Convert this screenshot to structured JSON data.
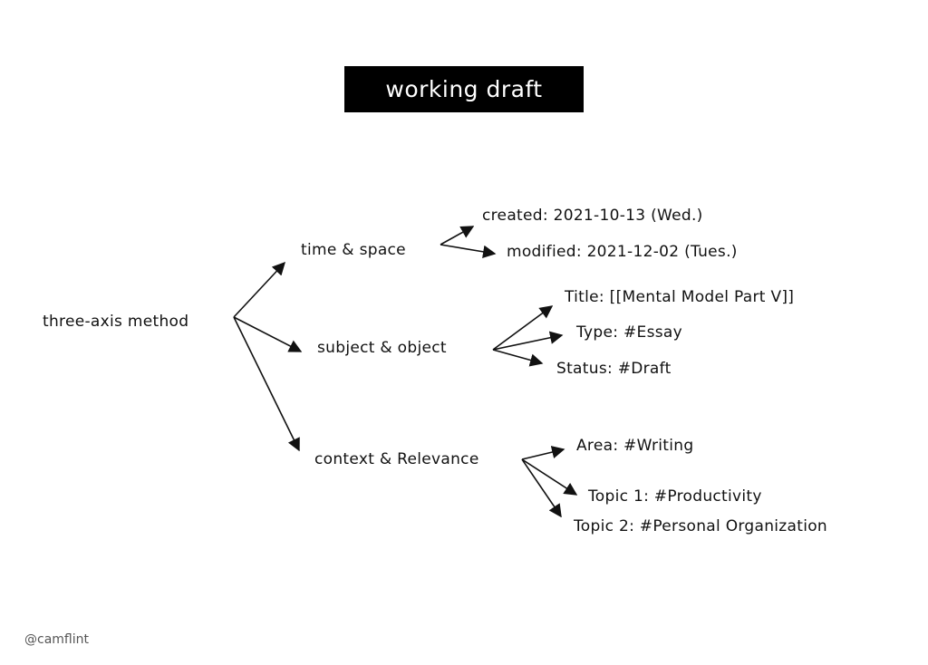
{
  "title": "working draft",
  "root": "three-axis method",
  "branches": [
    {
      "label": "time & space",
      "leaves": [
        "created: 2021-10-13 (Wed.)",
        "modified: 2021-12-02 (Tues.)"
      ]
    },
    {
      "label": "subject & object",
      "leaves": [
        "Title: [[Mental Model Part V]]",
        "Type: #Essay",
        "Status: #Draft"
      ]
    },
    {
      "label": "context & Relevance",
      "leaves": [
        "Area: #Writing",
        "Topic 1: #Productivity",
        "Topic 2: #Personal Organization"
      ]
    }
  ],
  "signature": "@camflint",
  "colors": {
    "ink": "#111111",
    "title_bg": "#000000",
    "title_text": "#ffffff",
    "background": "#ffffff"
  }
}
